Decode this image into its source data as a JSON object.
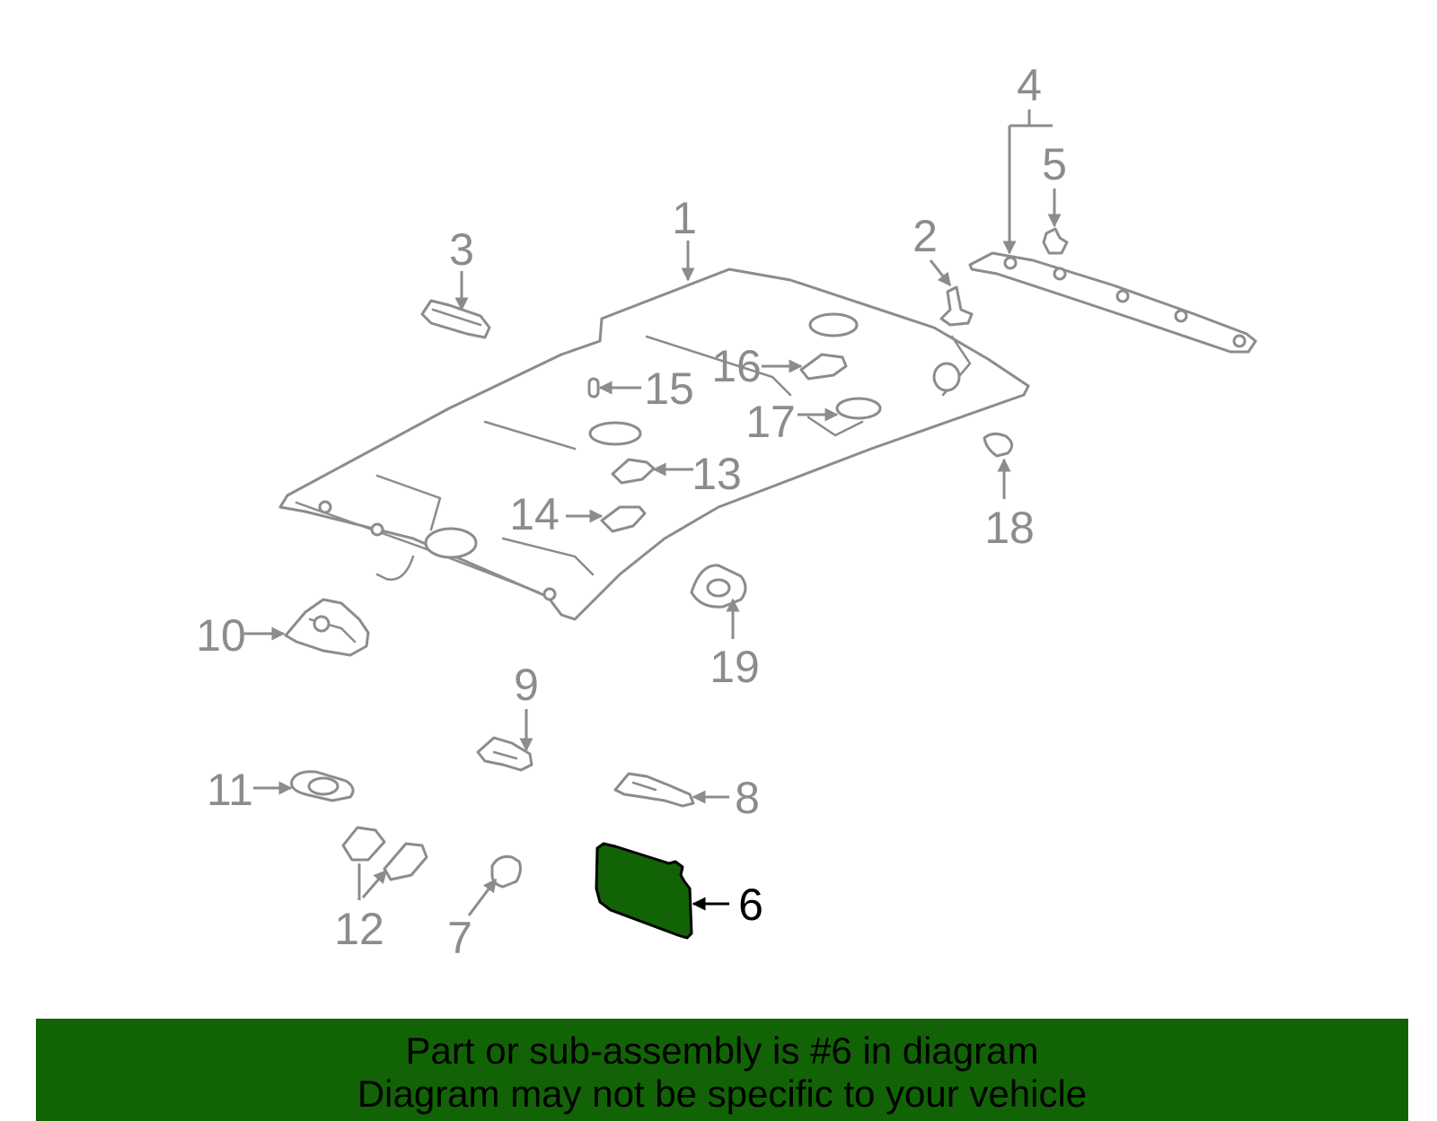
{
  "colors": {
    "part_line": "#8c8c8c",
    "highlight_fill": "#126306",
    "highlight_stroke": "#000000",
    "banner_bg": "#126306",
    "banner_text": "#000000"
  },
  "labels": {
    "p1": "1",
    "p2": "2",
    "p3": "3",
    "p4": "4",
    "p5": "5",
    "p6": "6",
    "p7": "7",
    "p8": "8",
    "p9": "9",
    "p10": "10",
    "p11": "11",
    "p12": "12",
    "p13": "13",
    "p14": "14",
    "p15": "15",
    "p16": "16",
    "p17": "17",
    "p18": "18",
    "p19": "19"
  },
  "highlighted_part": "6",
  "banner": {
    "line1": "Part or sub-assembly is #6 in diagram",
    "line2": "Diagram may not be specific to your vehicle"
  }
}
